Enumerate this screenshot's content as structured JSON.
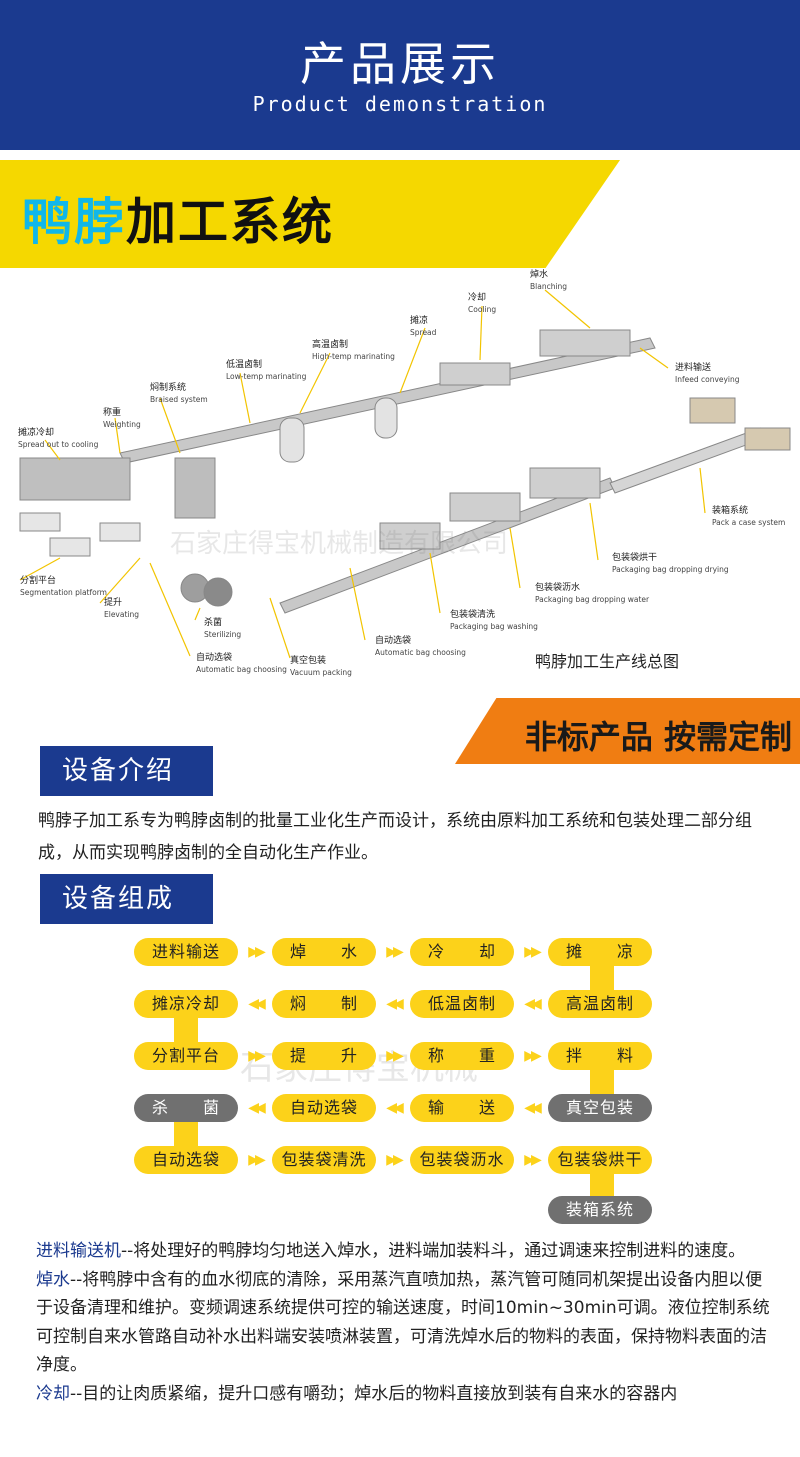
{
  "header": {
    "title": "产品展示",
    "subtitle": "Product demonstration"
  },
  "banner": {
    "title_highlight": "鸭脖",
    "title_rest": "加工系统"
  },
  "diagram": {
    "caption": "鸭脖加工生产线总图",
    "watermark": "石家庄得宝机械制造有限公司",
    "callouts": [
      {
        "cn": "焯水",
        "en": "Blanching"
      },
      {
        "cn": "冷却",
        "en": "Cooling"
      },
      {
        "cn": "摊凉",
        "en": "Spread"
      },
      {
        "cn": "高温卤制",
        "en": "High-temp marinating"
      },
      {
        "cn": "低温卤制",
        "en": "Low-temp marinating"
      },
      {
        "cn": "焖制系统",
        "en": "Braised system"
      },
      {
        "cn": "称重",
        "en": "Weighting"
      },
      {
        "cn": "摊凉冷却",
        "en": "Spread out to cooling"
      },
      {
        "cn": "进料输送",
        "en": "Infeed conveying"
      },
      {
        "cn": "装箱系统",
        "en": "Pack a case system"
      },
      {
        "cn": "包装袋烘干",
        "en": "Packaging bag dropping drying"
      },
      {
        "cn": "包装袋沥水",
        "en": "Packaging bag dropping water"
      },
      {
        "cn": "包装袋清洗",
        "en": "Packaging bag washing"
      },
      {
        "cn": "自动选袋",
        "en": "Automatic bag choosing"
      },
      {
        "cn": "真空包装",
        "en": "Vacuum packing"
      },
      {
        "cn": "自动选袋",
        "en": "Automatic bag choosing"
      },
      {
        "cn": "杀菌",
        "en": "Sterilizing"
      },
      {
        "cn": "提升",
        "en": "Elevating"
      },
      {
        "cn": "分割平台",
        "en": "Segmentation platform"
      }
    ]
  },
  "custom_tag": "非标产品 按需定制",
  "intro": {
    "heading": "设备介绍",
    "text": "鸭脖子加工系专为鸭脖卤制的批量工业化生产而设计，系统由原料加工系统和包装处理二部分组成，从而实现鸭脖卤制的全自动化生产作业。"
  },
  "composition": {
    "heading": "设备组成",
    "watermark": "石家庄得宝机械",
    "rows": [
      [
        "进料输送",
        "焯　　水",
        "冷　　却",
        "摊　　凉"
      ],
      [
        "摊凉冷却",
        "焖　　制",
        "低温卤制",
        "高温卤制"
      ],
      [
        "分割平台",
        "提　　升",
        "称　　重",
        "拌　　料"
      ],
      [
        "杀　　菌",
        "自动选袋",
        "输　　送",
        "真空包装"
      ],
      [
        "自动选袋",
        "包装袋清洗",
        "包装袋沥水",
        "包装袋烘干"
      ]
    ],
    "final": "装箱系统",
    "arrow_right": "▶▶",
    "arrow_left": "◀◀"
  },
  "details": [
    {
      "term": "进料输送机",
      "text": "--将处理好的鸭脖均匀地送入焯水，进料端加装料斗，通过调速来控制进料的速度。"
    },
    {
      "term": "焯水",
      "text": "--将鸭脖中含有的血水彻底的清除，采用蒸汽直喷加热，蒸汽管可随同机架提出设备内胆以便于设备清理和维护。变频调速系统提供可控的输送速度，时间10min~30min可调。液位控制系统可控制自来水管路自动补水出料端安装喷淋装置，可清洗焯水后的物料的表面，保持物料表面的洁净度。"
    },
    {
      "term": "冷却",
      "text": "--目的让肉质紧缩，提升口感有嚼劲；焯水后的物料直接放到装有自来水的容器内"
    }
  ]
}
